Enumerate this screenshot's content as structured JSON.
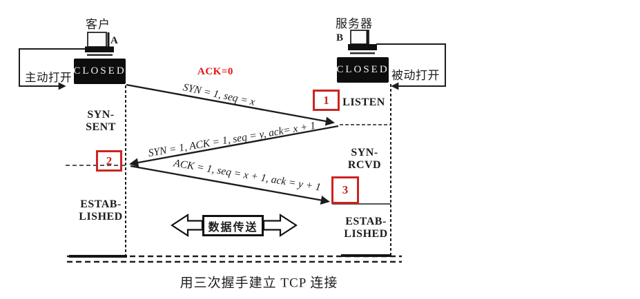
{
  "caption": "用三次握手建立 TCP 连接",
  "client": {
    "title": "客户",
    "letter": "A",
    "closed_label": "CLOSED",
    "open_label": "主动打开",
    "syn_sent": "SYN-\nSENT",
    "established": "ESTAB-\nLISHED"
  },
  "server": {
    "title": "服务器",
    "letter": "B",
    "closed_label": "CLOSED",
    "open_label": "被动打开",
    "listen": "LISTEN",
    "syn_rcvd": "SYN-\nRCVD",
    "established": "ESTAB-\nLISHED"
  },
  "segments": {
    "ack_flag_note": "ACK=0",
    "syn": "SYN = 1, seq = x",
    "synack": "SYN = 1, ACK = 1, seq = y, ack= x + 1",
    "ack": "ACK = 1, seq = x + 1, ack = y + 1"
  },
  "step_markers": {
    "step1": "1",
    "step2": "2",
    "step3": "3"
  },
  "data_transfer_label": "数据传送",
  "colors": {
    "ink": "#1c1c1c",
    "highlight_red": "#d02420"
  }
}
